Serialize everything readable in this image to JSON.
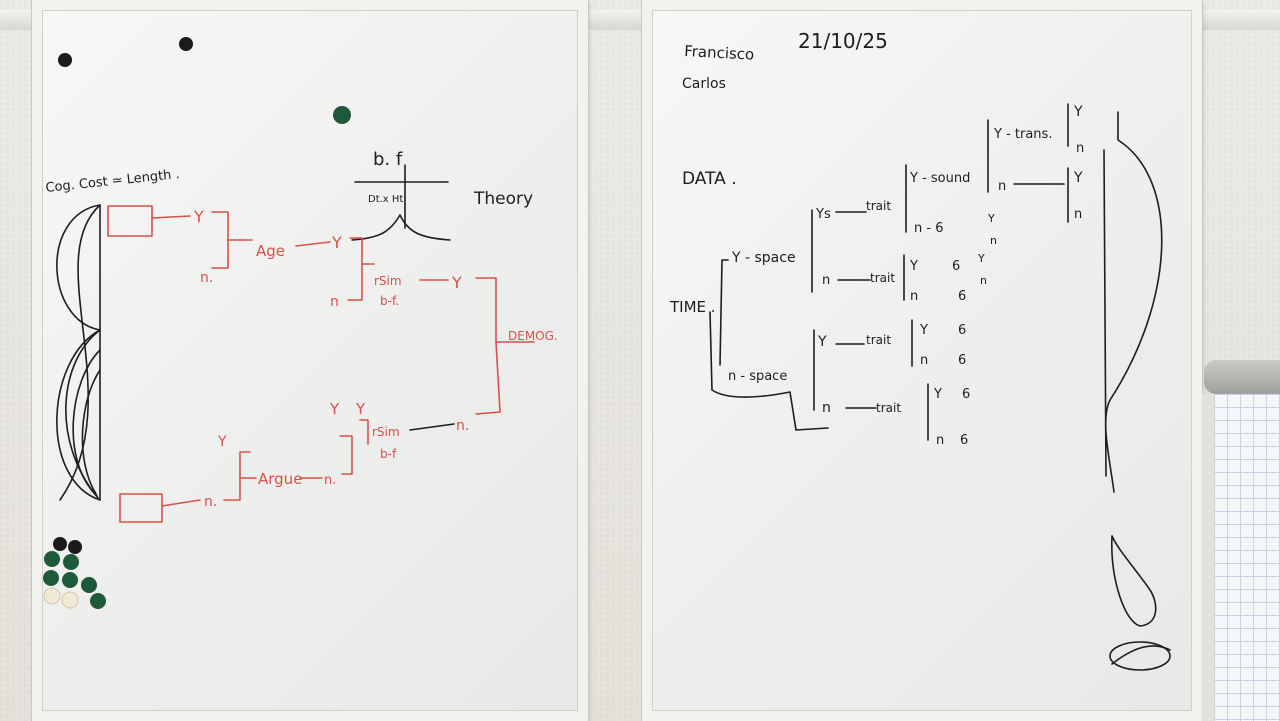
{
  "board_left": {
    "header": "Cog. Cost ≃ Length .",
    "theory_bf": "b.   f",
    "theory_sub": "Dt.x    Ht",
    "theory_label": "Theory",
    "tree": {
      "y1": "Y",
      "n1": "n.",
      "age": "Age",
      "y2": "Y",
      "n2": "n",
      "rsim_top": "rSim",
      "bf_top": "b-f.",
      "y3": "Y",
      "demog": "DEMOG.",
      "y_low_left": "Y",
      "n_low": "n.",
      "argue": "Argue",
      "n_argue": "n.",
      "y_mid1": "Y",
      "y_mid2": "Y",
      "rsim_bot": "rSim",
      "bf_bot": "b-f",
      "n_bot": "n."
    }
  },
  "board_right": {
    "names": [
      "Francisco",
      "Carlos"
    ],
    "date": "21/10/25",
    "data_label": "DATA .",
    "time_label": "TIME .",
    "tree": {
      "y_space": "Y - space",
      "n_space": "n - space",
      "ys": "Ys",
      "trait": "trait",
      "y_sound": "Y - sound",
      "y_trans": "Y - trans.",
      "y_end": "Y",
      "n_end": "n",
      "n_trait": "n",
      "n_g": "n - 6",
      "y_small": "Y",
      "n_small": "n",
      "y": "Y",
      "n": "n",
      "six": "6"
    }
  },
  "magnets": {
    "black": "#1b1b1b",
    "green": "#1e5a3a",
    "cream": "#efe9d6"
  },
  "ink_colors": {
    "black": "#1d1d22",
    "red": "#d7504a"
  }
}
